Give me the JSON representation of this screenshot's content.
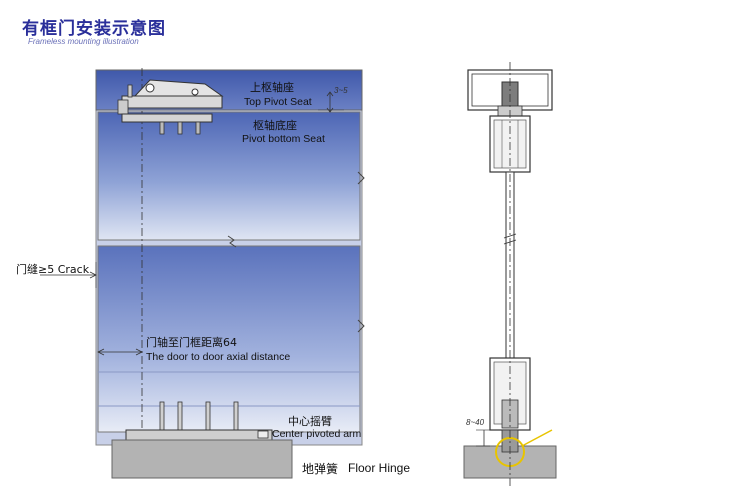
{
  "header": {
    "title": "有框门安装示意图",
    "subtitle": "Frameless mounting illustration"
  },
  "labels": {
    "top_pivot_cn": "上枢轴座",
    "top_pivot_en": "Top Pivot Seat",
    "gap_top": "3~5",
    "pivot_bottom_cn": "枢轴底座",
    "pivot_bottom_en": "Pivot bottom Seat",
    "crack": "门缝≥5 Crack",
    "axial_cn": "门轴至门框距离64",
    "axial_en": "The door to door axial distance",
    "center_arm_cn": "中心摇臂",
    "center_arm_en": "Center pivoted arm",
    "floor_hinge_cn": "地弹簧",
    "floor_hinge_en": "Floor Hinge",
    "gap_bottom": "8~40"
  },
  "colors": {
    "title": "#2a2f9a",
    "door_glass": "#5b73bd",
    "floor": "#b3b3b3"
  }
}
